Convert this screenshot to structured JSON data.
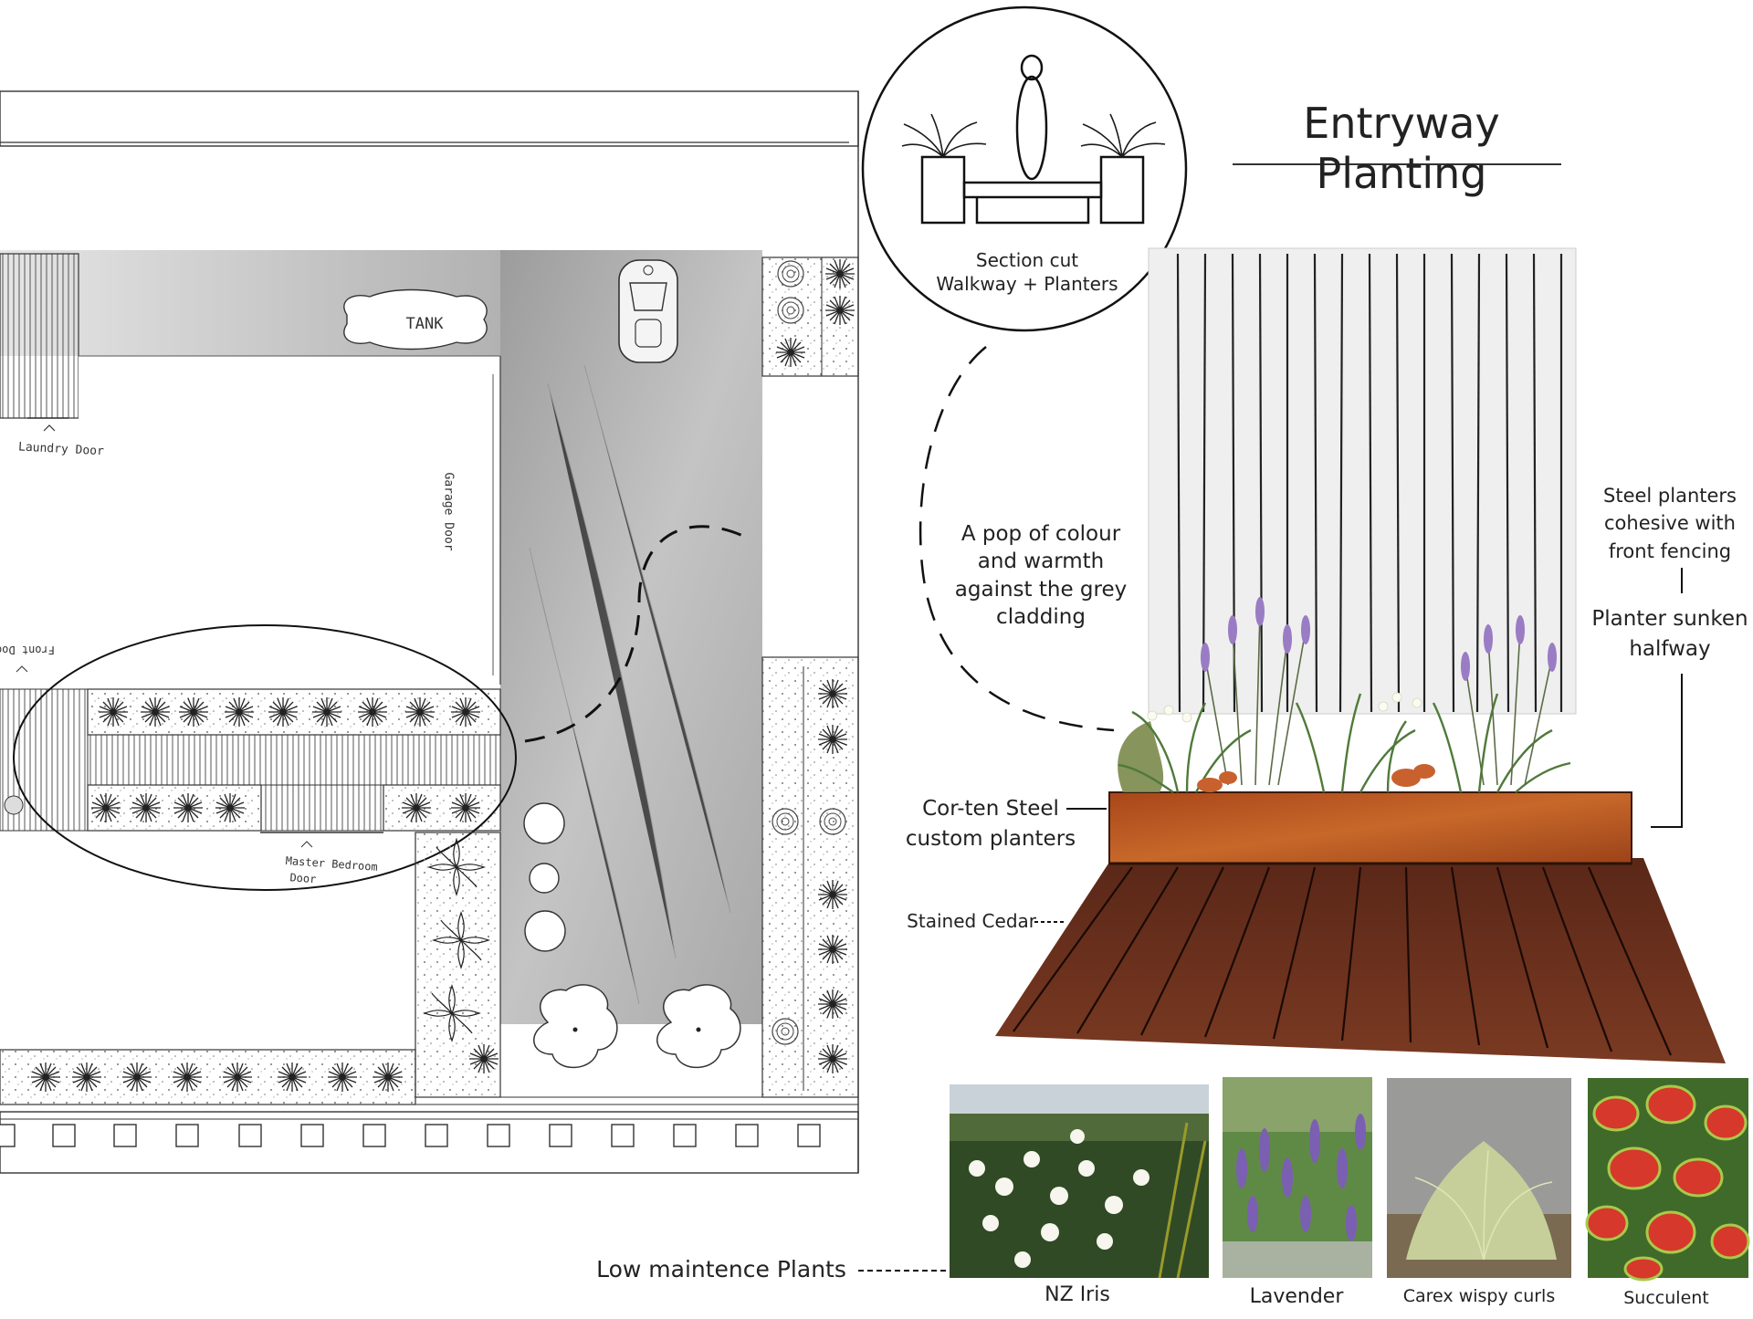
{
  "title": "Entryway Planting",
  "plan": {
    "tank_label": "TANK",
    "laundry_door": "Laundry Door",
    "garage_door": "Garage Door",
    "front_door": "Front Door",
    "master_bedroom_door_line1": "Master Bedroom",
    "master_bedroom_door_line2": "Door"
  },
  "section_cut": {
    "line1": "Section cut",
    "line2": "Walkway + Planters"
  },
  "annotations": {
    "pop_of_colour": [
      "A pop of colour",
      "and warmth",
      "against the grey",
      "cladding"
    ],
    "steel_planters": [
      "Steel planters",
      "cohesive with",
      "front fencing"
    ],
    "planter_sunken": [
      "Planter sunken",
      "halfway"
    ],
    "corten": [
      "Cor-ten Steel",
      "custom planters"
    ],
    "cedar": "Stained Cedar",
    "low_maintenance": "Low maintence Plants"
  },
  "plants": [
    {
      "name": "NZ Iris"
    },
    {
      "name": "Lavender"
    },
    {
      "name": "Carex wispy curls"
    },
    {
      "name": "Succulent"
    }
  ],
  "colors": {
    "corten": "#b5581f",
    "cedar": "#6b2f1c",
    "cladding": "#efefef",
    "lavender": "#9a7cc4",
    "foliage": "#4f7a3a"
  }
}
